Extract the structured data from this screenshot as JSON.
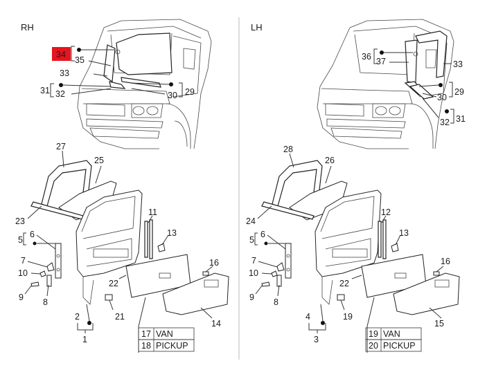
{
  "diagram": {
    "sides": [
      {
        "id": "rh",
        "title": "RH",
        "callouts": [
          "34",
          "35",
          "33",
          "31",
          "32",
          "30",
          "29",
          "27",
          "25",
          "23",
          "6",
          "5",
          "7",
          "10",
          "9",
          "8",
          "2",
          "1",
          "11",
          "13",
          "22",
          "21",
          "16",
          "14"
        ],
        "highlight": "34",
        "variants": [
          {
            "number": "17",
            "name": "VAN"
          },
          {
            "number": "18",
            "name": "PICKUP"
          }
        ]
      },
      {
        "id": "lh",
        "title": "LH",
        "callouts": [
          "36",
          "37",
          "33",
          "30",
          "29",
          "32",
          "31",
          "28",
          "26",
          "24",
          "6",
          "5",
          "7",
          "10",
          "9",
          "8",
          "4",
          "3",
          "12",
          "13",
          "22",
          "19",
          "16",
          "15"
        ],
        "variants": [
          {
            "number": "19",
            "name": "VAN"
          },
          {
            "number": "20",
            "name": "PICKUP"
          }
        ]
      }
    ],
    "colors": {
      "highlight": "#e8141e",
      "line": "#333333",
      "divider": "#bbbbbb"
    }
  }
}
